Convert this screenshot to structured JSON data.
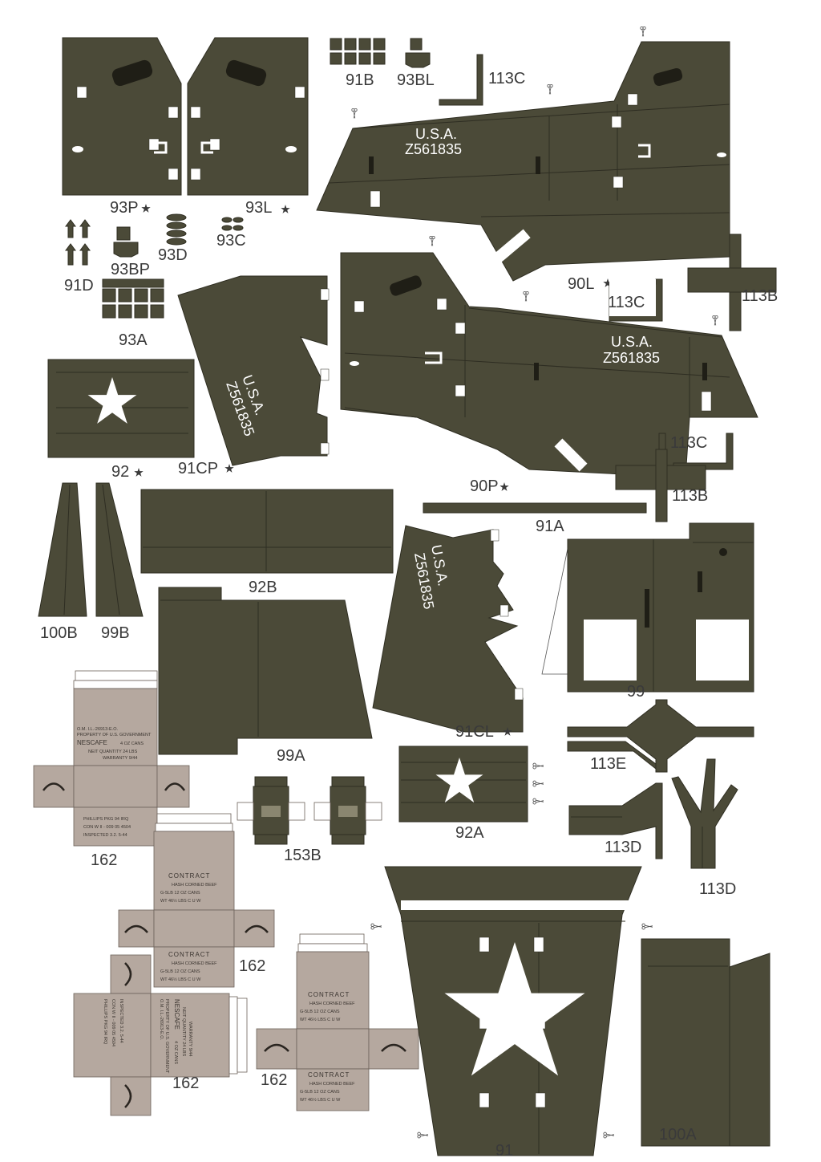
{
  "colors": {
    "olive": "#4b4a38",
    "olive_dark": "#2f2e22",
    "carton": "#b5a89f",
    "label_text": "#3a3a3a",
    "stencil": "#ffffff"
  },
  "labels": {
    "p93P": "93P",
    "p93L": "93L",
    "p91B": "91B",
    "p93BL": "93BL",
    "p113C_a": "113C",
    "p113C_b": "113C",
    "p113C_c": "113C",
    "p90L": "90L",
    "p113B_a": "113B",
    "p113B_b": "113B",
    "p91D": "91D",
    "p93BP": "93BP",
    "p93D": "93D",
    "p93C": "93C",
    "p93A": "93A",
    "p92": "92",
    "p91CP": "91CP",
    "p90P": "90P",
    "p91A": "91A",
    "p100B": "100B",
    "p99B": "99B",
    "p92B": "92B",
    "p91CL": "91CL",
    "p99": "99",
    "p99A": "99A",
    "p113E": "113E",
    "p92A": "92A",
    "p113D_a": "113D",
    "p113D_b": "113D",
    "p162_a": "162",
    "p162_b": "162",
    "p162_c": "162",
    "p162_d": "162",
    "p153B": "153B",
    "p91": "91",
    "p100A": "100A"
  },
  "stencils": {
    "usa": "U.S.A.",
    "serial": "Z561835"
  },
  "carton_nescafe": {
    "line1": "O.M. I.L.-26913-E.O.",
    "line2": "PROPERTY OF U.S. GOVERNMENT",
    "brand": "NESCAFE",
    "qty": "4 OZ  CANS",
    "net": "NEIT QUANTITY      24 LBS",
    "warranty": "WARRANTY  9/44",
    "pkg": "PHILLIPS    PKG  94  IRQ",
    "con": "CON   W II - 009   05  4504",
    "inspected": "INSPECTED   3.2.  5-44"
  },
  "carton_contract": {
    "title": "CONTRACT",
    "line1": "HASH  CORNED  BEEF",
    "line2": "G-5LB      12 OZ       CANS",
    "line3": "WT      46½ LBS        C U W"
  }
}
